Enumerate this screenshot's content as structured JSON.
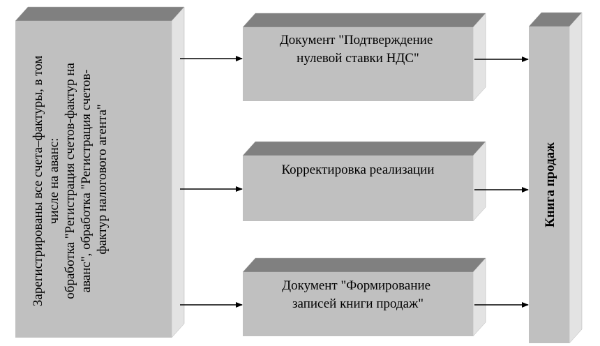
{
  "source_box": {
    "lines": [
      "Зарегистрированы все счета–фактуры, в том",
      "числе на аванс:",
      "обработка \"Регистрация счетов-фактур на",
      "аванс\", обработка \"Регистрация счетов-",
      "фактур налогового агента\""
    ]
  },
  "middle_boxes": [
    {
      "lines": [
        "Документ \"Подтверждение",
        "нулевой ставки НДС\""
      ]
    },
    {
      "lines": [
        "Корректировка реализации"
      ]
    },
    {
      "lines": [
        "Документ \"Формирование",
        "записей книги продаж\""
      ]
    }
  ],
  "target_box": {
    "label": "Книга продаж"
  }
}
